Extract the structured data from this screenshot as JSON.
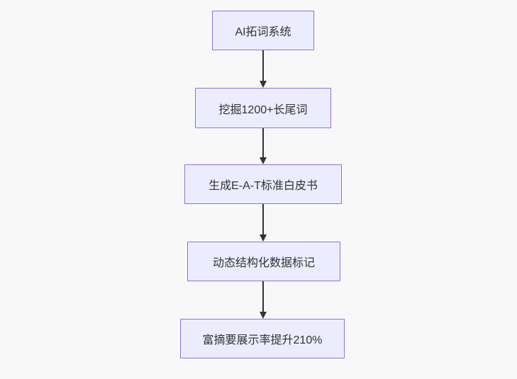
{
  "flowchart": {
    "direction": "top-down",
    "nodes": [
      {
        "id": "A",
        "label": "AI拓词系统"
      },
      {
        "id": "B",
        "label": "挖掘1200+长尾词"
      },
      {
        "id": "C",
        "label": "生成E-A-T标准白皮书"
      },
      {
        "id": "D",
        "label": "动态结构化数据标记"
      },
      {
        "id": "E",
        "label": "富摘要展示率提升210%"
      }
    ],
    "edges": [
      {
        "from": "A",
        "to": "B",
        "label": ""
      },
      {
        "from": "B",
        "to": "C",
        "label": ""
      },
      {
        "from": "C",
        "to": "D",
        "label": ""
      },
      {
        "from": "D",
        "to": "E",
        "label": ""
      }
    ],
    "colors": {
      "node_fill": "#ECECFF",
      "node_border": "#9370DB",
      "arrow": "#333333",
      "text": "#333333",
      "background": "#f8f8f8"
    }
  }
}
